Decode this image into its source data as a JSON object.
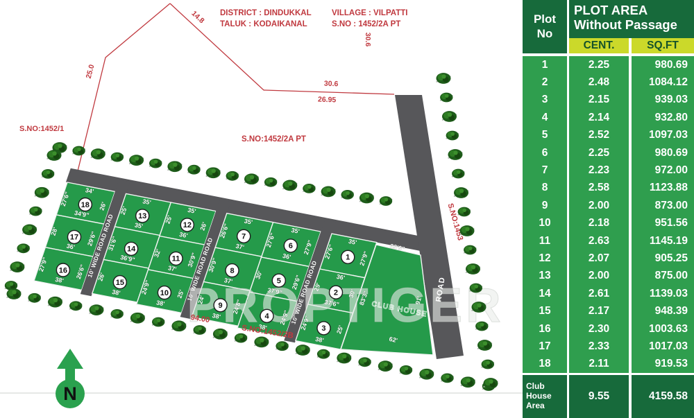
{
  "header": {
    "district": "DISTRICT : DINDUKKAL",
    "taluk": "TALUK : KODAIKANAL",
    "village": "VILLAGE : VILPATTI",
    "sno": "S.NO : 1452/2A PT"
  },
  "site": {
    "measurements": {
      "m14_8": "14.8",
      "m25_0": "25.0",
      "m30_6_vertical": "30.6",
      "m30_6": "30.6",
      "m26_95": "26.95",
      "m94": "94.00"
    },
    "survey_numbers": {
      "left": "S.NO:1452/1",
      "top": "S.NO:1452/2A PT",
      "bottom": "S.NO:1452/2B",
      "right": "S.NO:1453"
    },
    "road_label": "10' WIDE ROAD ROAD",
    "main_road_label": "ROAD",
    "north_label": "N",
    "watermark": "PROPTIGER",
    "club_house": {
      "name": "CLUB HOUSE",
      "top": "33'9\"",
      "left": "83'3\"",
      "right": "91'",
      "bottom": "62'"
    },
    "plots": [
      {
        "no": "1",
        "top": "35'",
        "left": "27'6\"",
        "right": "27'9\""
      },
      {
        "no": "2",
        "top": "36'",
        "left": "29'",
        "right": "30'",
        "bottom": "37'6\""
      },
      {
        "no": "3",
        "left": "24'9\"",
        "right": "25'",
        "bottom": "38'"
      },
      {
        "no": "4",
        "right": "24'9\"",
        "bottom": "38'"
      },
      {
        "no": "5",
        "left": "30'",
        "right": "29'6\"",
        "bottom": "37'9\""
      },
      {
        "no": "6",
        "top": "35'",
        "left": "27'6\"",
        "right": "27'9\"",
        "bottom": "36'"
      },
      {
        "no": "7",
        "top": "35'",
        "left": "26'6\"",
        "bottom": "37'"
      },
      {
        "no": "8",
        "left": "30'9\"",
        "bottom": "37'"
      },
      {
        "no": "9",
        "left": "24'",
        "right": "24'8\"",
        "bottom": "38'"
      },
      {
        "no": "10",
        "left": "24'9\"",
        "right": "25'",
        "bottom": "38'"
      },
      {
        "no": "11",
        "left": "32'",
        "right": "30'9\"",
        "bottom": "37'"
      },
      {
        "no": "12",
        "top": "35'",
        "left": "25'",
        "right": "26'",
        "bottom": "36'"
      },
      {
        "no": "13",
        "top": "35'",
        "left": "25'",
        "bottom": "35'"
      },
      {
        "no": "14",
        "left": "31'6\"",
        "bottom": "36'9\""
      },
      {
        "no": "15",
        "left": "26'",
        "bottom": "38'"
      },
      {
        "no": "16",
        "left": "27'9\"",
        "right": "26'6\"",
        "bottom": "38'"
      },
      {
        "no": "17",
        "left": "28'",
        "right": "29'6\"",
        "bottom": "36'"
      },
      {
        "no": "18",
        "top": "34'",
        "left": "27'6\"",
        "right": "26'",
        "bottom": "34'9\""
      }
    ]
  },
  "table": {
    "col1_header": "Plot No",
    "area_header_line1": "PLOT AREA",
    "area_header_line2": "Without Passage",
    "cent_header": "CENT.",
    "sqft_header": "SQ.FT",
    "rows": [
      {
        "no": "1",
        "cent": "2.25",
        "sqft": "980.69"
      },
      {
        "no": "2",
        "cent": "2.48",
        "sqft": "1084.12"
      },
      {
        "no": "3",
        "cent": "2.15",
        "sqft": "939.03"
      },
      {
        "no": "4",
        "cent": "2.14",
        "sqft": "932.80"
      },
      {
        "no": "5",
        "cent": "2.52",
        "sqft": "1097.03"
      },
      {
        "no": "6",
        "cent": "2.25",
        "sqft": "980.69"
      },
      {
        "no": "7",
        "cent": "2.23",
        "sqft": "972.00"
      },
      {
        "no": "8",
        "cent": "2.58",
        "sqft": "1123.88"
      },
      {
        "no": "9",
        "cent": "2.00",
        "sqft": "873.00"
      },
      {
        "no": "10",
        "cent": "2.18",
        "sqft": "951.56"
      },
      {
        "no": "11",
        "cent": "2.63",
        "sqft": "1145.19"
      },
      {
        "no": "12",
        "cent": "2.07",
        "sqft": "905.25"
      },
      {
        "no": "13",
        "cent": "2.00",
        "sqft": "875.00"
      },
      {
        "no": "14",
        "cent": "2.61",
        "sqft": "1139.03"
      },
      {
        "no": "15",
        "cent": "2.17",
        "sqft": "948.39"
      },
      {
        "no": "16",
        "cent": "2.30",
        "sqft": "1003.63"
      },
      {
        "no": "17",
        "cent": "2.33",
        "sqft": "1017.03"
      },
      {
        "no": "18",
        "cent": "2.11",
        "sqft": "919.53"
      }
    ],
    "club_row": {
      "label": "Club House Area",
      "cent": "9.55",
      "sqft": "4159.58"
    }
  },
  "colors": {
    "panel_dark_green": "#176a3b",
    "panel_green": "#2f9e4e",
    "header_yellow": "#cbd92a",
    "plot_green": "#259a4a",
    "road_gray": "#57575a",
    "boundary_red": "#c0393f",
    "tree_green": "#1e5c1a",
    "north_green": "#2aa14e"
  }
}
